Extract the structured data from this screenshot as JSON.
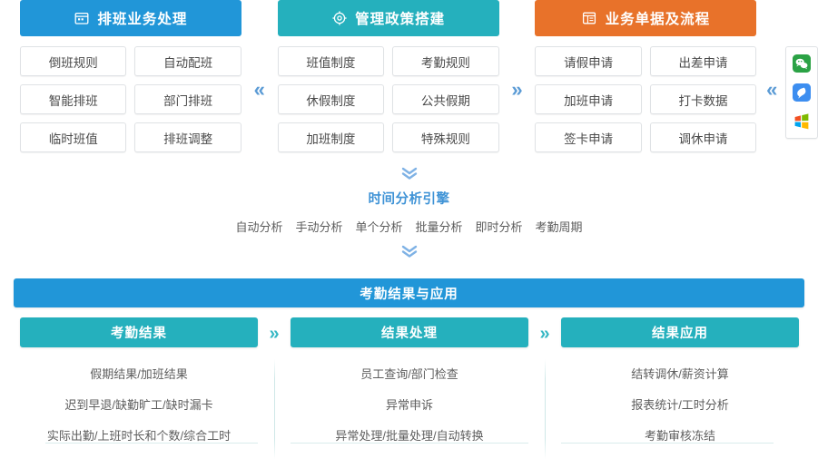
{
  "top_modules": [
    {
      "icon": "calendar-icon",
      "title": "排班业务处理",
      "color": "#2196d8",
      "cells": [
        "倒班规则",
        "自动配班",
        "智能排班",
        "部门排班",
        "临时班值",
        "排班调整"
      ]
    },
    {
      "icon": "policy-gear-icon",
      "title": "管理政策搭建",
      "color": "#25b0bd",
      "cells": [
        "班值制度",
        "考勤规则",
        "休假制度",
        "公共假期",
        "加班制度",
        "特殊规则"
      ]
    },
    {
      "icon": "document-form-icon",
      "title": "业务单据及流程",
      "color": "#e8722a",
      "cells": [
        "请假申请",
        "出差申请",
        "加班申请",
        "打卡数据",
        "签卡申请",
        "调休申请"
      ]
    }
  ],
  "top_separators": [
    "«",
    "»",
    "«"
  ],
  "app_rail": {
    "icons": [
      "wechat-icon",
      "dingtalk-icon",
      "windows-icon"
    ]
  },
  "engine": {
    "title": "时间分析引擎",
    "tags": [
      "自动分析",
      "手动分析",
      "单个分析",
      "批量分析",
      "即时分析",
      "考勤周期"
    ]
  },
  "result_bar": {
    "title": "考勤结果与应用"
  },
  "bottom_modules": [
    {
      "title": "考勤结果",
      "lines": [
        "假期结果/加班结果",
        "迟到早退/缺勤旷工/缺时漏卡",
        "实际出勤/上班时长和个数/综合工时"
      ]
    },
    {
      "title": "结果处理",
      "lines": [
        "员工查询/部门检查",
        "异常申诉",
        "异常处理/批量处理/自动转换"
      ]
    },
    {
      "title": "结果应用",
      "lines": [
        "结转调休/薪资计算",
        "报表统计/工时分析",
        "考勤审核冻结"
      ]
    }
  ],
  "bottom_separators": [
    "»",
    "»"
  ],
  "colors": {
    "blue": "#2196d8",
    "teal": "#25b0bd",
    "orange": "#e8722a",
    "chevron_blue": "#5b9bd5",
    "chevron_teal": "#35b7c4"
  }
}
